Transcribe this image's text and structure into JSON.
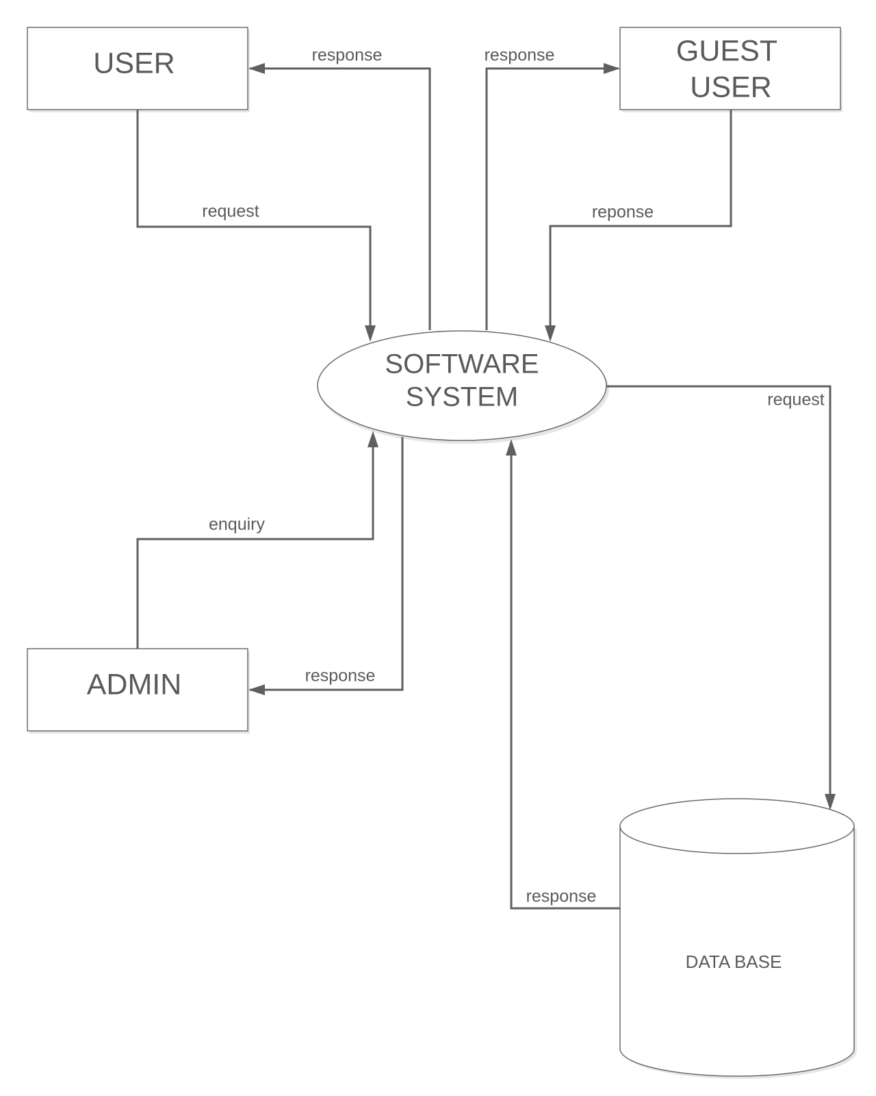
{
  "nodes": {
    "user": {
      "label": "USER"
    },
    "guest_user": {
      "line1": "GUEST",
      "line2": "USER"
    },
    "software_system": {
      "line1": "SOFTWARE",
      "line2": "SYSTEM"
    },
    "admin": {
      "label": "ADMIN"
    },
    "database": {
      "label": "DATA BASE"
    }
  },
  "edges": {
    "system_to_user": {
      "label": "response"
    },
    "system_to_guest": {
      "label": "response"
    },
    "user_to_system": {
      "label": "request"
    },
    "guest_to_system": {
      "label": "reponse"
    },
    "system_to_database": {
      "label": "request"
    },
    "admin_to_system": {
      "label": "enquiry"
    },
    "system_to_admin": {
      "label": "response"
    },
    "database_to_system": {
      "label": "response"
    }
  },
  "colors": {
    "line": "#5f5f5f",
    "text": "#5a5a5a",
    "box_border": "#6a6a6a",
    "background": "#ffffff"
  }
}
